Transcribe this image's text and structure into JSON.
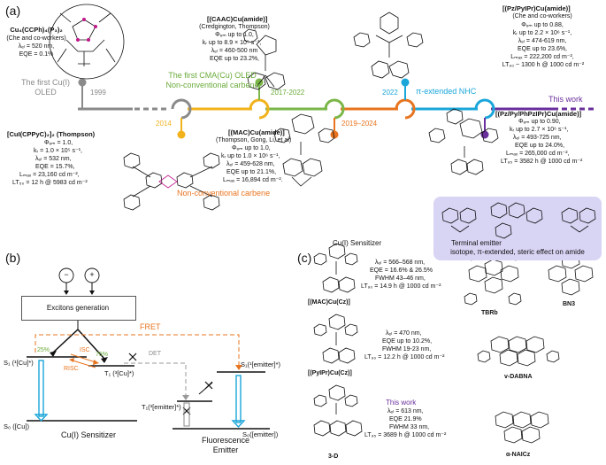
{
  "panel_a": {
    "label": "(a)",
    "cu4": {
      "title": "Cu₄(CCPh)₄(P₃)₂",
      "authors": "(Che and co-workers)",
      "lines": [
        "λₑₗ = 520 nm,",
        "EQE = 0.1%"
      ]
    },
    "first_cu": {
      "line1": "The first Cu(I)",
      "line2": "OLED"
    },
    "year_1999": "1999",
    "caac": {
      "title": "[(CAAC)Cu(amide)]",
      "authors": "(Credgington, Thompson)",
      "lines": [
        "Φₑₘ up to 1.0,",
        "kᵣ up to 8.9 × 10⁵ s⁻¹,",
        "λₑₗ = 460-500 nm",
        "EQE up to 23.2%,"
      ]
    },
    "first_cma": {
      "line1": "The first CMA(Cu) OLED",
      "line2": "Non-conventional carbene"
    },
    "year_2017": "2017-2022",
    "pz": {
      "title": "[(Pz/PyIPr)Cu(amide)]",
      "authors": "(Che and co-workers)",
      "lines": [
        "Φₑₘ up to 0.88,",
        "kᵣ up to 2.2 × 10⁶ s⁻¹,",
        "λₑₗ = 474-619 nm,",
        "EQE up to 23.6%,",
        "Lₘₐₓ = 222,200 cd m⁻²,",
        "LT₉₀ ~ 1300 h @ 1000 cd m⁻²"
      ]
    },
    "year_2022": "2022",
    "pi_nhc": "π-extended NHC",
    "this_work": "This work",
    "year_2014": "2014",
    "cppyc": {
      "title": "[CuI(CPPyC)₂]₂ (Thompson)",
      "lines": [
        "Φₑₘ = 1.0,",
        "kᵣ = 1.0 × 10⁵ s⁻¹,",
        "λₑₗ = 532 nm,",
        "EQE = 15.7%,",
        "Lₘₐₓ = 23,160 cd m⁻²,",
        "LT₅₀ = 12 h @ 5983 cd m⁻²"
      ]
    },
    "mac": {
      "title": "[(MAC)Cu(amide)]",
      "authors": "(Thompson, Gong, Li, et al)",
      "lines": [
        "Φₑₘ up to 1.0,",
        "kᵣ up to 1.0 × 10⁶ s⁻¹,",
        "λₑₗ = 459-628 nm,",
        "EQE up to 21.1%,",
        "Lₘₐₓ = 16,894 cd m⁻²."
      ]
    },
    "year_2019": "2019–2024",
    "non_conv": "Non-conventional carbene",
    "pzpy": {
      "title": "[(Pz/Py/PhPzIPr)Cu(amide)]",
      "lines": [
        "Φₑₘ up to 0.90,",
        "kᵣ up to 2.7 × 10⁶ s⁻¹,",
        "λₑₗ = 493-725 nm,",
        "EQE up to 24.0%,",
        "Lₘₐₓ = 265,000 cd m⁻²,",
        "LT₉₅ = 3582 h @ 1000 cd m⁻²"
      ]
    },
    "isotope": "isotope, π-extended, steric effect on amide",
    "colors": {
      "grey": "#8a8a8a",
      "yellow": "#f2b21c",
      "green": "#7ab648",
      "orange": "#e8741f",
      "blue": "#1aa6d9",
      "purple": "#6a2f9c",
      "lavender": "#d8d4f4"
    }
  },
  "panel_b": {
    "label": "(b)",
    "minus": "−",
    "plus": "+",
    "excitons": "Excitons generation",
    "fret": "FRET",
    "det": "DET",
    "pct25": "25%",
    "pct75": "75%",
    "isc": "ISC",
    "risc": "RISC",
    "s1cu": "S₁ (¹[Cu]*)",
    "t1cu": "T₁ (³[Cu]*)",
    "s0cu": "S₀ ([Cu])",
    "sensitizer": "Cu(I) Sensitizer",
    "s1em": "S₁(¹[emitter]*)",
    "t1em": "T₁(³[emitter]*)",
    "s0em": "S₀([emitter])",
    "fluor1": "Fluorescence",
    "fluor2": "Emitter"
  },
  "panel_c": {
    "label": "(c)",
    "head_sens": "Cu(I) Sensitizer",
    "head_term": "Terminal emitter",
    "mac_cz": "[(MAC)Cu(Cz)]",
    "mac_lines": [
      "λₑₗ = 566–568 nm,",
      "EQE = 16.6% & 26.5%",
      "FWHM 43–46 nm,",
      "LT₉₀ = 14.9 h @ 1000 cd m⁻²"
    ],
    "pyipr_cz": "[(PyIPr)Cu(Cz)]",
    "pyipr_lines": [
      "λₑₗ = 470 nm,",
      "EQE up to 10.2%,",
      "FWHM 19-23 nm,",
      "LT₉₀ = 12.2 h @ 1000 cd m⁻²"
    ],
    "this_work": "This work",
    "thiswork_lines": [
      "λₑₗ = 613 nm,",
      "EQE 21.9%",
      "FWHM 33 nm,",
      "LT₉₅ = 3689 h @ 1000 cd m⁻²"
    ],
    "d3": "3-D",
    "tbrb": "TBRb",
    "bn3": "BN3",
    "vdabna": "v-DABNA",
    "anaicz": "α-NAICz"
  }
}
